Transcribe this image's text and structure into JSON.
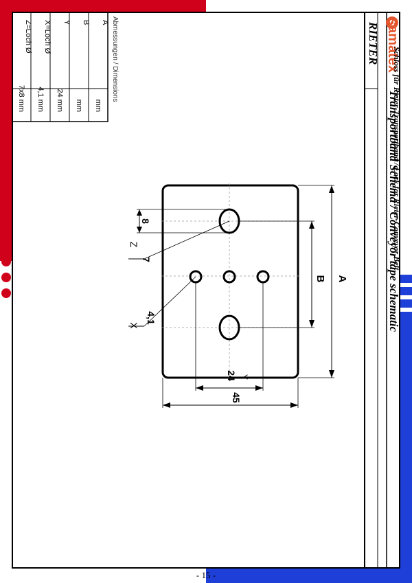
{
  "brand": {
    "name": "samatex",
    "customer": "RIETER",
    "colors": {
      "red": "#d0021b",
      "blue": "#1f3fd9",
      "brand_orange": "#e4572e"
    }
  },
  "title": "Transportband Schema / Conveyor tape schematic",
  "subtitle": "Schloss für Rieter-Transportband / Lock for Rieter-Conveyor Belt",
  "drawing": {
    "labels": {
      "A": "A",
      "B": "B",
      "Y": "Y",
      "X": "X",
      "Z": "Z",
      "dim_24": "24",
      "dim_45": "45",
      "dim_8": "8",
      "dim_7": "7",
      "dim_41": "4,1"
    }
  },
  "dimensions_table": {
    "heading": "Abmessungen / Dimensions",
    "rows": [
      {
        "label": "A",
        "value": "mm"
      },
      {
        "label": "B",
        "value": "mm"
      },
      {
        "label": "Y",
        "value": "24 mm"
      },
      {
        "label": "X=Loch Ø",
        "value": "4,1 mm"
      },
      {
        "label": "Z=Loch Ø",
        "value": "7x8 mm"
      }
    ]
  },
  "page_number": "- 15 -"
}
